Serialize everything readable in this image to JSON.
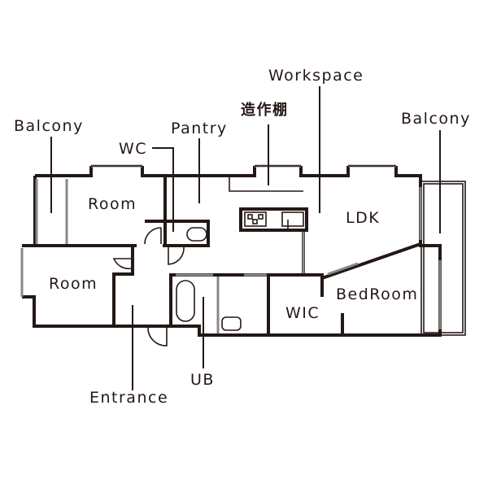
{
  "labels": {
    "balcony_left": "Balcony",
    "wc": "WC",
    "pantry": "Pantry",
    "shelf": "造作棚",
    "workspace": "Workspace",
    "balcony_right": "Balcony",
    "room_upper": "Room",
    "room_lower": "Room",
    "ldk": "LDK",
    "bedroom": "BedRoom",
    "wic": "WIC",
    "entrance": "Entrance",
    "ub": "UB"
  },
  "colors": {
    "ink": "#231815",
    "window": "#888888"
  }
}
